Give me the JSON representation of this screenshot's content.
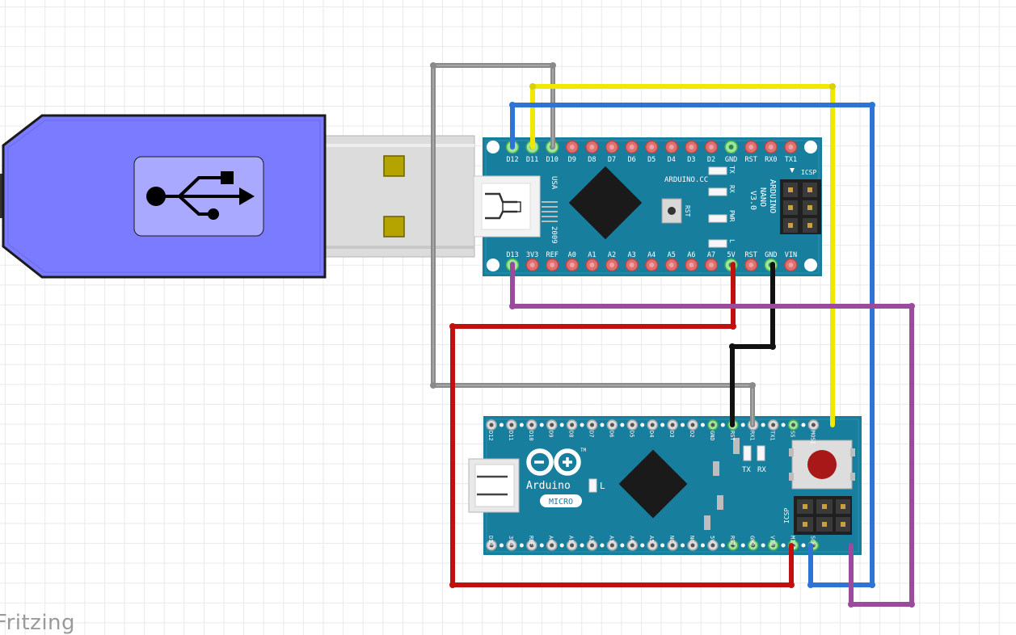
{
  "brand": "Fritzing",
  "colors": {
    "usb_body": "#7b7bff",
    "usb_plug": "#dcdcdc",
    "board": "#187e9e",
    "wire_gray": "#8a8a8a",
    "wire_yellow": "#f0e800",
    "wire_blue": "#2e74d6",
    "wire_red": "#c01010",
    "wire_black": "#111111",
    "wire_purple": "#9b4b9b"
  },
  "usb": {
    "icon": "usb-icon"
  },
  "nano": {
    "top_pins": [
      "D12",
      "D11",
      "D10",
      "D9",
      "D8",
      "D7",
      "D6",
      "D5",
      "D4",
      "D3",
      "D2",
      "GND",
      "RST",
      "RX0",
      "TX1"
    ],
    "bottom_pins": [
      "D13",
      "3V3",
      "REF",
      "A0",
      "A1",
      "A2",
      "A3",
      "A4",
      "A5",
      "A6",
      "A7",
      "5V",
      "RST",
      "GND",
      "VIN"
    ],
    "site": "ARDUINO.CC",
    "name_lines": [
      "ARDUINO",
      "NANO",
      "V3.0"
    ],
    "icsp": "ICSP",
    "rst": "RST",
    "leds": [
      "TX",
      "RX",
      "PWR",
      "L"
    ],
    "usa": "USA",
    "year": "2009"
  },
  "micro": {
    "top_pins": [
      "D12",
      "D11",
      "D10",
      "D9",
      "D8",
      "D7",
      "D6",
      "D5",
      "D4",
      "D3",
      "D2",
      "GND",
      "RST",
      "RX1",
      "TX1",
      "SS",
      "MOSI"
    ],
    "bottom_pins": [
      "D13",
      "3V3",
      "REF",
      "A0",
      "A1",
      "A2",
      "A3",
      "A4",
      "A5",
      "NC",
      "NC",
      "5V",
      "RST",
      "GND",
      "VIN",
      "MISO",
      "SCK"
    ],
    "brand": "Arduino",
    "model": "MICRO",
    "tm": "TM",
    "led_l": "L",
    "tx": "TX",
    "rx": "RX",
    "icsp": "ICSP"
  }
}
